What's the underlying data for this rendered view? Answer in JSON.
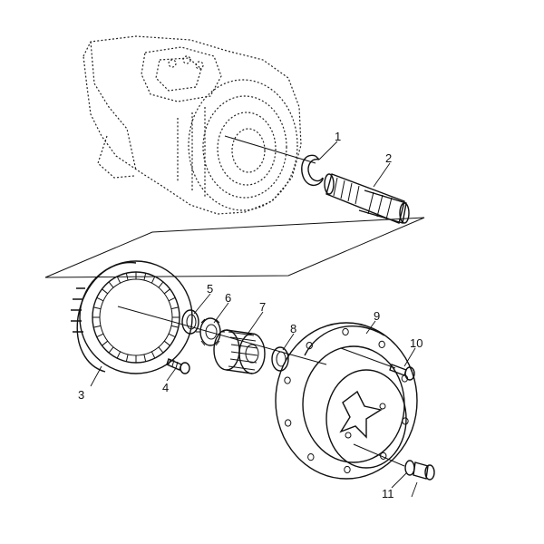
{
  "callouts": [
    {
      "id": "1",
      "text": "1"
    },
    {
      "id": "2",
      "text": "2"
    },
    {
      "id": "3",
      "text": "3"
    },
    {
      "id": "4",
      "text": "4"
    },
    {
      "id": "5",
      "text": "5"
    },
    {
      "id": "6",
      "text": "6"
    },
    {
      "id": "7",
      "text": "7"
    },
    {
      "id": "8",
      "text": "8"
    },
    {
      "id": "9",
      "text": "9"
    },
    {
      "id": "10",
      "text": "10"
    },
    {
      "id": "11",
      "text": "11"
    }
  ],
  "colors": {
    "line": "#111111",
    "background": "#ffffff"
  }
}
